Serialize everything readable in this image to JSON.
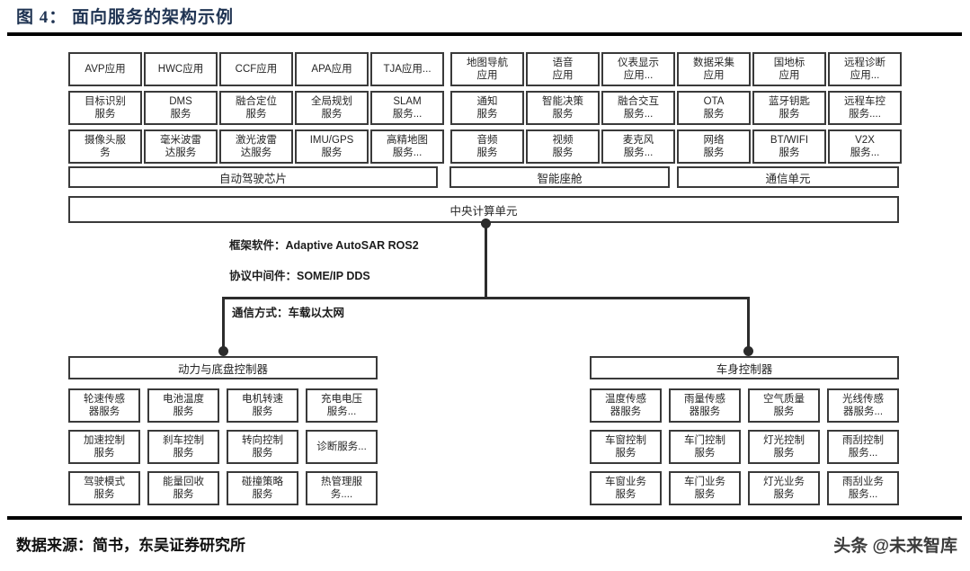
{
  "figure": {
    "title": "图 4： 面向服务的架构示例",
    "source": "数据来源：简书，东吴证券研究所",
    "watermark": "头条 @未来智库"
  },
  "colors": {
    "title": "#1f3352",
    "rule": "#000000",
    "box_border": "#3a3a3a",
    "connector": "#2c2c2c"
  },
  "top_grid": {
    "row_app": [
      "AVP应用",
      "HWC应用",
      "CCF应用",
      "APA应用",
      "TJA应用...",
      "地图导航\n应用",
      "语音\n应用",
      "仪表显示\n应用...",
      "数据采集\n应用",
      "国地标\n应用",
      "远程诊断\n应用..."
    ],
    "row_service": [
      "目标识别\n服务",
      "DMS\n服务",
      "融合定位\n服务",
      "全局规划\n服务",
      "SLAM\n服务...",
      "通知\n服务",
      "智能决策\n服务",
      "融合交互\n服务...",
      "OTA\n服务",
      "蓝牙钥匙\n服务",
      "远程车控\n服务...."
    ],
    "row_sensor": [
      "摄像头服\n务",
      "毫米波雷\n达服务",
      "激光波雷\n达服务",
      "IMU/GPS\n服务",
      "高精地图\n服务...",
      "音频\n服务",
      "视频\n服务",
      "麦克风\n服务...",
      "网络\n服务",
      "BT/WIFI\n服务",
      "V2X\n服务..."
    ]
  },
  "platform_bars": [
    {
      "label": "自动驾驶芯片"
    },
    {
      "label": "智能座舱"
    },
    {
      "label": "通信单元"
    }
  ],
  "central_unit": {
    "label": "中央计算单元"
  },
  "middle_annotations": [
    {
      "label": "框架软件：Adaptive AutoSAR  ROS2"
    },
    {
      "label": "协议中间件：SOME/IP DDS"
    },
    {
      "label": "通信方式：车载以太网"
    }
  ],
  "groups": [
    {
      "header": "动力与底盘控制器",
      "cells": [
        "轮速传感\n器服务",
        "电池温度\n服务",
        "电机转速\n服务",
        "充电电压\n服务...",
        "加速控制\n服务",
        "刹车控制\n服务",
        "转向控制\n服务",
        "诊断服务...",
        "驾驶模式\n服务",
        "能量回收\n服务",
        "碰撞策略\n服务",
        "热管理服\n务...."
      ]
    },
    {
      "header": "车身控制器",
      "cells": [
        "温度传感\n器服务",
        "雨量传感\n器服务",
        "空气质量\n服务",
        "光线传感\n器服务...",
        "车窗控制\n服务",
        "车门控制\n服务",
        "灯光控制\n服务",
        "雨刮控制\n服务...",
        "车窗业务\n服务",
        "车门业务\n服务",
        "灯光业务\n服务",
        "雨刮业务\n服务..."
      ]
    }
  ]
}
